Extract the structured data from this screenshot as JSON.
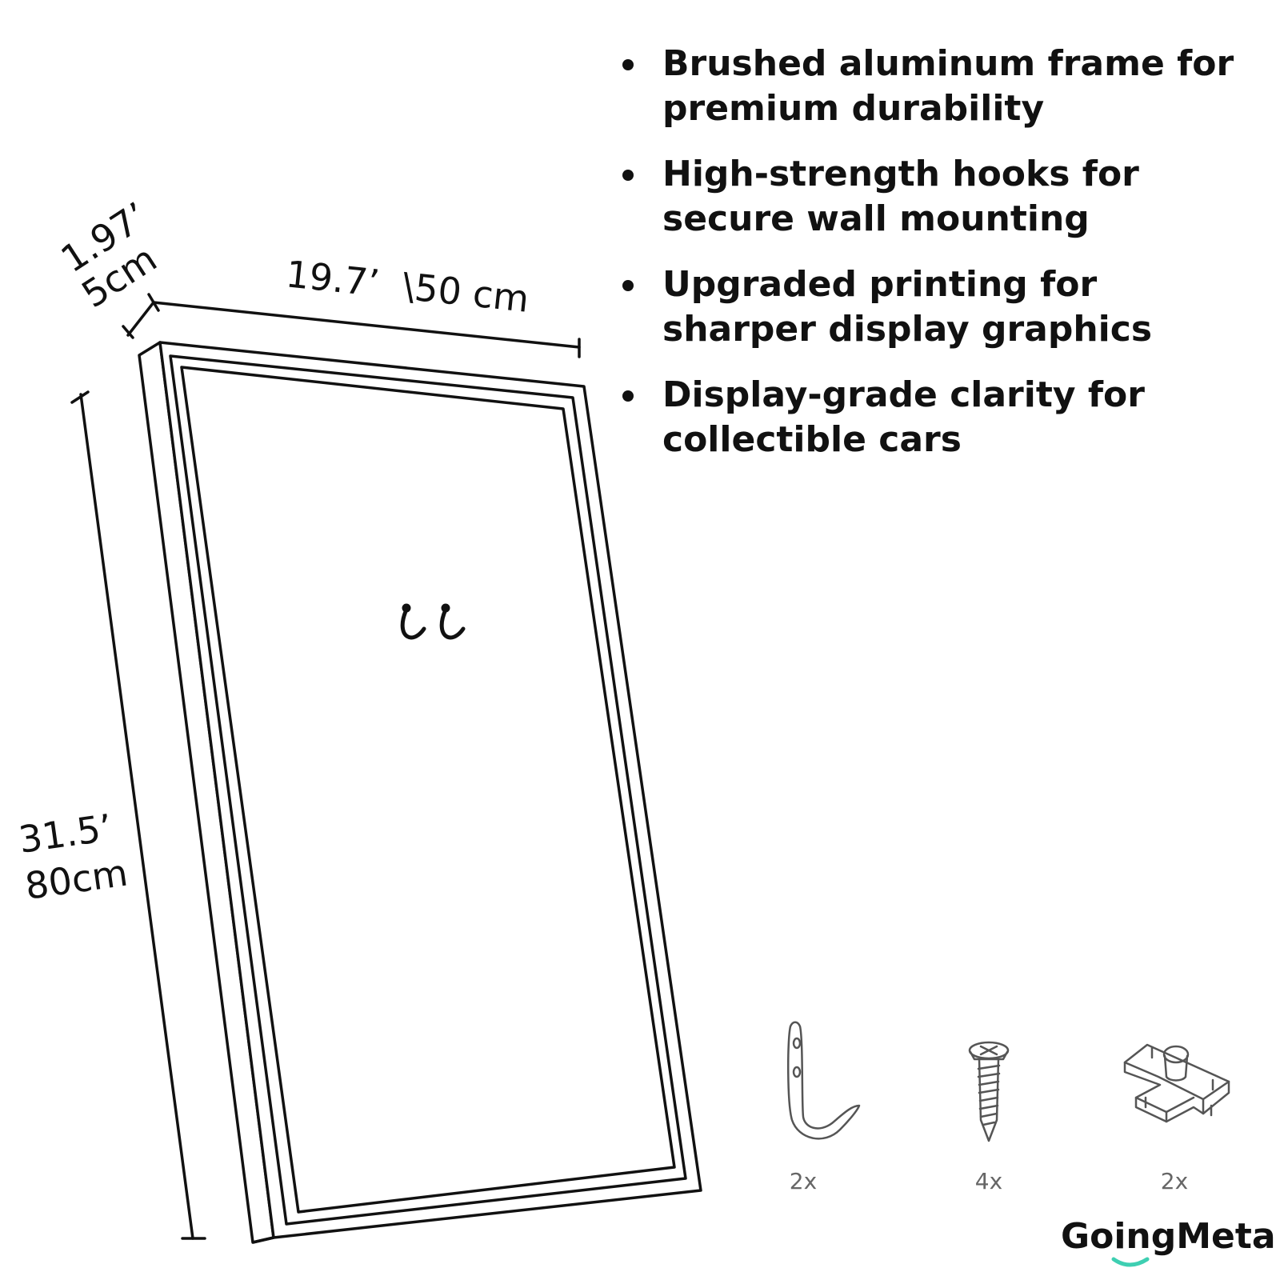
{
  "features": [
    {
      "text": "Brushed aluminum frame for premium durability"
    },
    {
      "text": "High-strength hooks for secure wall mounting"
    },
    {
      "text": "Upgraded printing for sharper display graphics"
    },
    {
      "text": "Display-grade clarity for collectible cars"
    }
  ],
  "dimensions": {
    "depth_in": "1.97’",
    "depth_cm": "5cm",
    "width_label": "19.7’  \\50 cm",
    "height_in": "31.5’",
    "height_cm": "80cm"
  },
  "accessories": [
    {
      "icon": "hook-icon",
      "qty": "2x"
    },
    {
      "icon": "screw-icon",
      "qty": "4x"
    },
    {
      "icon": "mounting-clip-icon",
      "qty": "2x"
    }
  ],
  "brand": {
    "name": "GoingMeta",
    "accent": "#3ecfb2"
  }
}
